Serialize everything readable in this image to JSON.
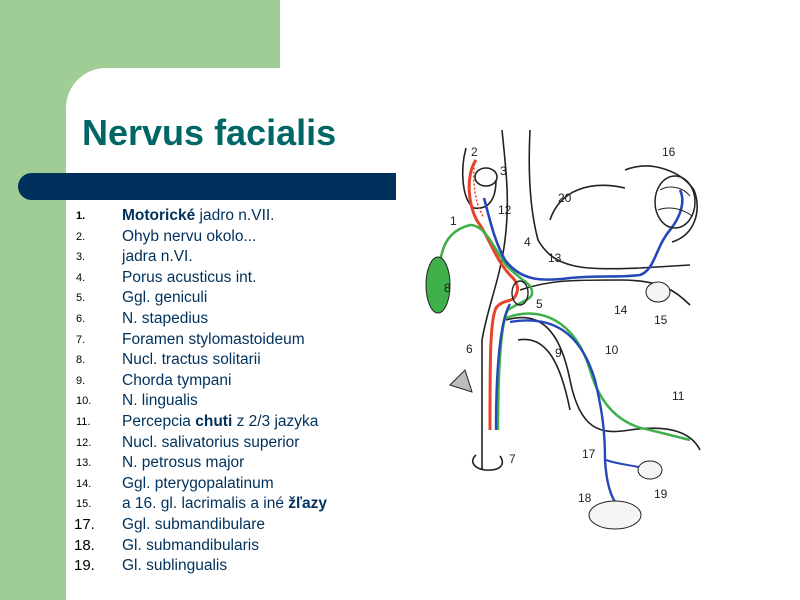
{
  "title": "Nervus facialis",
  "items": [
    {
      "num": "1.",
      "pre": "",
      "bold": "Motorické",
      "post": " jadro n.VII."
    },
    {
      "num": "2.",
      "pre": "Ohyb nervu okolo...",
      "bold": "",
      "post": ""
    },
    {
      "num": "3.",
      "pre": "jadra n.VI.",
      "bold": "",
      "post": ""
    },
    {
      "num": "4.",
      "pre": "Porus acusticus int.",
      "bold": "",
      "post": ""
    },
    {
      "num": "5.",
      "pre": "Ggl. geniculi",
      "bold": "",
      "post": ""
    },
    {
      "num": "6.",
      "pre": "N. stapedius",
      "bold": "",
      "post": ""
    },
    {
      "num": "7.",
      "pre": "Foramen stylomastoideum",
      "bold": "",
      "post": ""
    },
    {
      "num": "8.",
      "pre": "Nucl. tractus solitarii",
      "bold": "",
      "post": ""
    },
    {
      "num": "9.",
      "pre": "Chorda tympani",
      "bold": "",
      "post": ""
    },
    {
      "num": "10.",
      "pre": "N. lingualis",
      "bold": "",
      "post": ""
    },
    {
      "num": "11.",
      "pre": "Percepcia ",
      "bold": "chuti",
      "post": " z 2/3 jazyka"
    },
    {
      "num": "12.",
      "pre": "Nucl. salivatorius superior",
      "bold": "",
      "post": ""
    },
    {
      "num": "13.",
      "pre": "N. petrosus major",
      "bold": "",
      "post": ""
    },
    {
      "num": "14.",
      "pre": "Ggl. pterygopalatinum",
      "bold": "",
      "post": ""
    },
    {
      "num": "15.",
      "pre": "a 16. gl. lacrimalis a iné ",
      "bold": "žľazy",
      "post": ""
    },
    {
      "num": "17.",
      "pre": "Ggl. submandibulare",
      "bold": "",
      "post": ""
    },
    {
      "num": "18.",
      "pre": "Gl. submandibularis",
      "bold": "",
      "post": ""
    },
    {
      "num": "19.",
      "pre": "Gl. sublingualis",
      "bold": "",
      "post": ""
    }
  ],
  "diagram_labels": [
    "1",
    "2",
    "3",
    "4",
    "5",
    "6",
    "7",
    "8",
    "9",
    "10",
    "11",
    "12",
    "13",
    "14",
    "15",
    "16",
    "17",
    "18",
    "19",
    "20"
  ],
  "colors": {
    "title": "#006666",
    "bar": "#00315c",
    "sidebar": "#9fcd95",
    "motor": "#e8422a",
    "taste": "#3fb04a",
    "parasympathetic": "#2548b8"
  }
}
